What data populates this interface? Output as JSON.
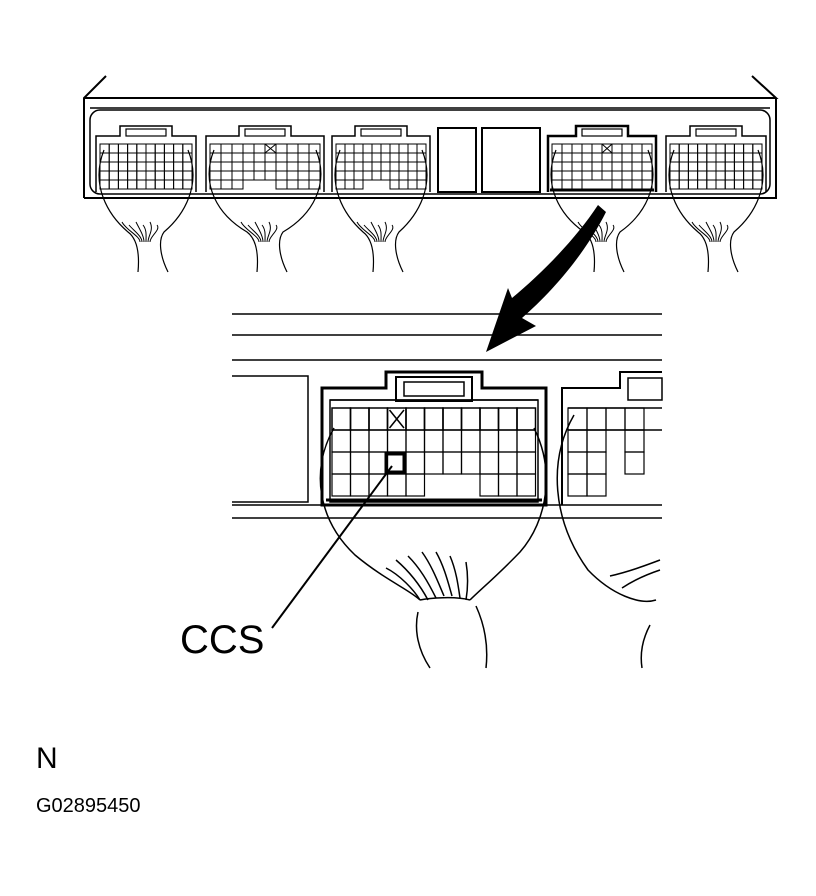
{
  "diagram": {
    "callout_label": "CCS",
    "view_code": "N",
    "figure_id": "G02895450",
    "colors": {
      "line": "#000000",
      "background": "#ffffff"
    }
  }
}
